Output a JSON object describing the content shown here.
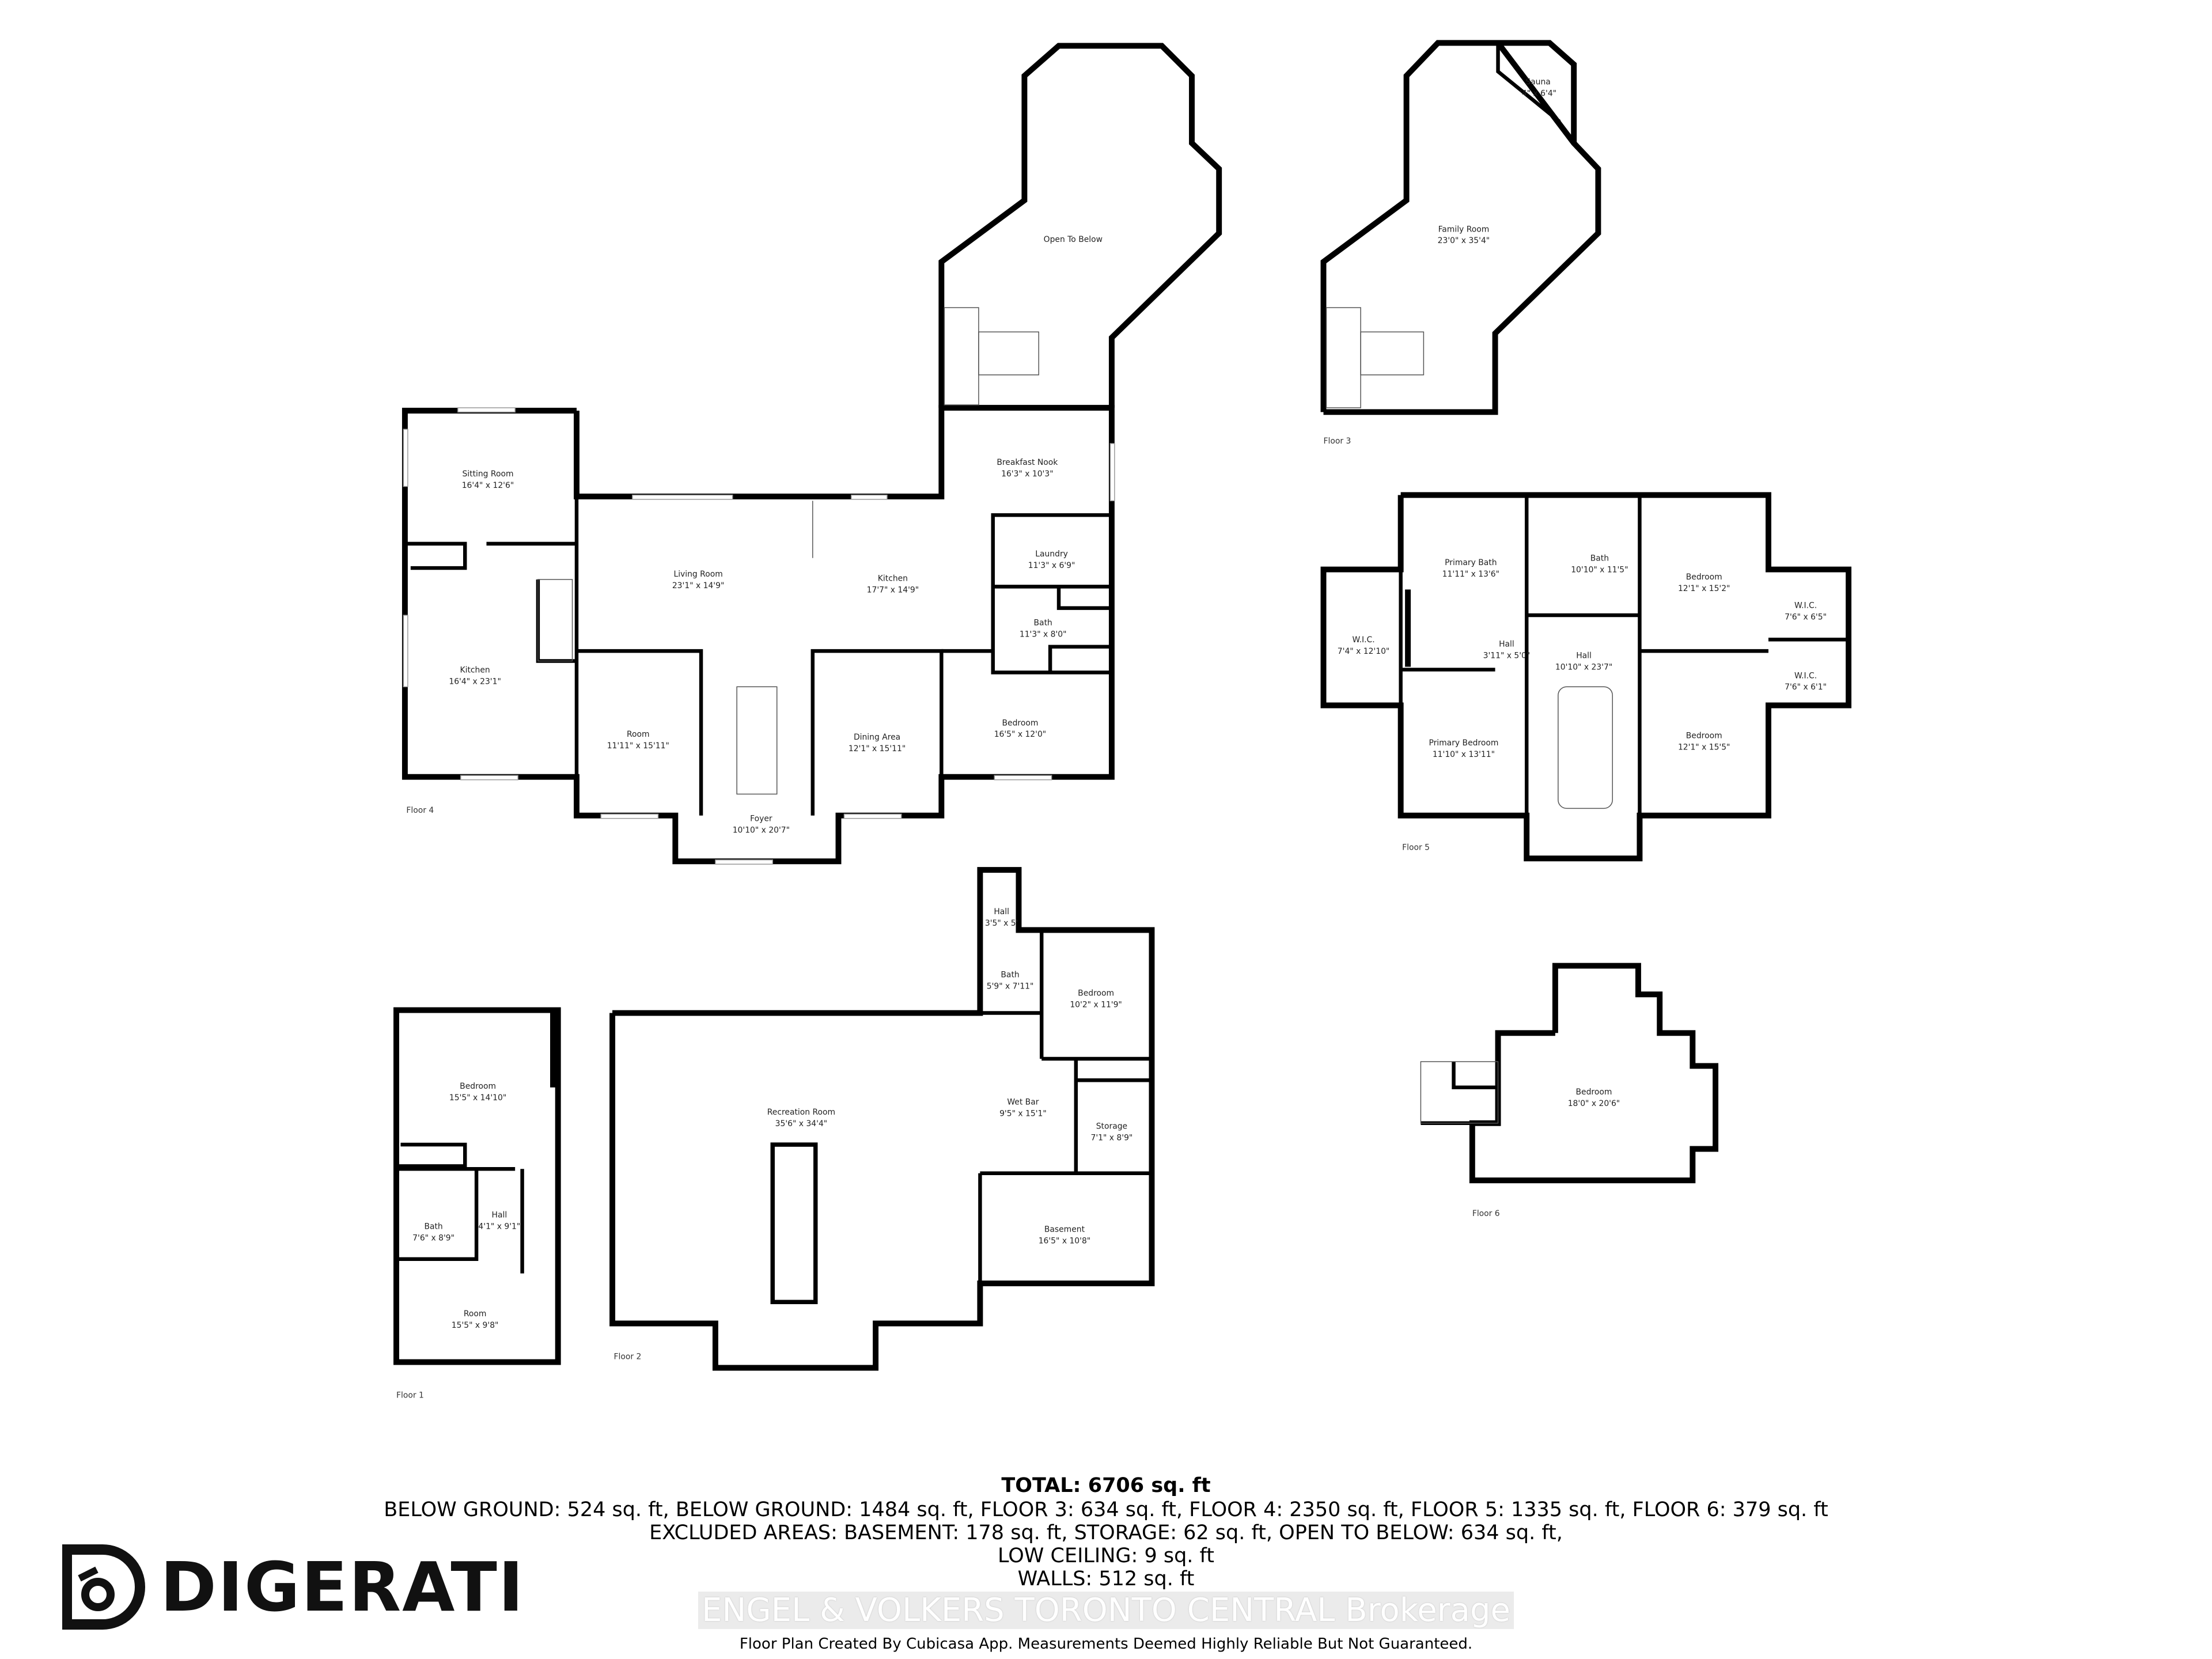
{
  "floors": [
    {
      "label": "Floor 4",
      "rooms": [
        {
          "name": "Sitting Room",
          "dims": "16'4\" x 12'6\""
        },
        {
          "name": "Kitchen",
          "dims": "16'4\" x 23'1\""
        },
        {
          "name": "Living Room",
          "dims": "23'1\" x 14'9\""
        },
        {
          "name": "Kitchen",
          "dims": "17'7\" x 14'9\""
        },
        {
          "name": "Breakfast Nook",
          "dims": "16'3\" x 10'3\""
        },
        {
          "name": "Laundry",
          "dims": "11'3\" x 6'9\""
        },
        {
          "name": "Bath",
          "dims": "11'3\" x 8'0\""
        },
        {
          "name": "Room",
          "dims": "11'11\" x 15'11\""
        },
        {
          "name": "Dining Area",
          "dims": "12'1\" x 15'11\""
        },
        {
          "name": "Bedroom",
          "dims": "16'5\" x 12'0\""
        },
        {
          "name": "Foyer",
          "dims": "10'10\" x 20'7\""
        },
        {
          "name": "Open To Below",
          "dims": ""
        }
      ]
    },
    {
      "label": "Floor 3",
      "rooms": [
        {
          "name": "Sauna",
          "dims": "'4\" x 6'4\""
        },
        {
          "name": "Family Room",
          "dims": "23'0\" x 35'4\""
        }
      ]
    },
    {
      "label": "Floor 5",
      "rooms": [
        {
          "name": "Primary Bath",
          "dims": "11'11\" x 13'6\""
        },
        {
          "name": "Bath",
          "dims": "10'10\" x 11'5\""
        },
        {
          "name": "Bedroom",
          "dims": "12'1\" x 15'2\""
        },
        {
          "name": "W.I.C.",
          "dims": "7'4\" x 12'10\""
        },
        {
          "name": "Hall",
          "dims": "3'11\" x 5'0\""
        },
        {
          "name": "Hall",
          "dims": "10'10\" x 23'7\""
        },
        {
          "name": "W.I.C.",
          "dims": "7'6\" x 6'5\""
        },
        {
          "name": "W.I.C.",
          "dims": "7'6\" x 6'1\""
        },
        {
          "name": "Primary Bedroom",
          "dims": "11'10\" x 13'11\""
        },
        {
          "name": "Bedroom",
          "dims": "12'1\" x 15'5\""
        }
      ]
    },
    {
      "label": "Floor 2",
      "rooms": [
        {
          "name": "Hall",
          "dims": "3'5\" x 5'"
        },
        {
          "name": "Bath",
          "dims": "5'9\" x 7'11\""
        },
        {
          "name": "Bedroom",
          "dims": "10'2\" x 11'9\""
        },
        {
          "name": "Recreation Room",
          "dims": "35'6\" x 34'4\""
        },
        {
          "name": "Wet Bar",
          "dims": "9'5\" x 15'1\""
        },
        {
          "name": "Storage",
          "dims": "7'1\" x 8'9\""
        },
        {
          "name": "Basement",
          "dims": "16'5\" x 10'8\""
        }
      ]
    },
    {
      "label": "Floor 1",
      "rooms": [
        {
          "name": "Bedroom",
          "dims": "15'5\" x 14'10\""
        },
        {
          "name": "Bath",
          "dims": "7'6\" x 8'9\""
        },
        {
          "name": "Hall",
          "dims": "4'1\" x 9'1\""
        },
        {
          "name": "Room",
          "dims": "15'5\" x 9'8\""
        }
      ]
    },
    {
      "label": "Floor 6",
      "rooms": [
        {
          "name": "Bedroom",
          "dims": "18'0\" x 20'6\""
        }
      ]
    }
  ],
  "summary": {
    "total": "TOTAL: 6706 sq. ft",
    "line1": "BELOW GROUND: 524 sq. ft, BELOW GROUND: 1484 sq. ft, FLOOR 3: 634 sq. ft, FLOOR 4: 2350 sq. ft, FLOOR 5: 1335 sq. ft, FLOOR 6: 379 sq. ft",
    "line2": "EXCLUDED AREAS: BASEMENT: 178 sq. ft, STORAGE: 62 sq. ft, OPEN TO BELOW: 634 sq. ft,",
    "line3": "LOW CEILING: 9 sq. ft",
    "line4": "WALLS: 512 sq. ft"
  },
  "watermark": "ENGEL & VOLKERS TORONTO CENTRAL  Brokerage",
  "disclaimer": "Floor Plan Created By Cubicasa App. Measurements Deemed Highly Reliable But Not Guaranteed.",
  "logo": {
    "text": "DIGERATI",
    "icon": "digerati-camera-d-icon"
  }
}
